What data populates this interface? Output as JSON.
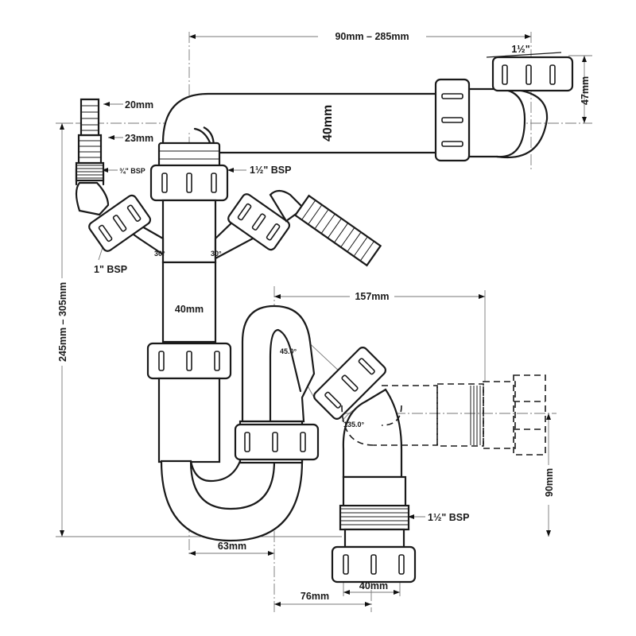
{
  "labels": {
    "span_top": "90mm – 285mm",
    "inlet_size": "1½\"",
    "hose_tip": "20mm",
    "hose_body": "23mm",
    "bsp_three_quarter": "¾\" BSP",
    "bsp_inch": "1\" BSP",
    "bsp_top_right": "1½\" BSP",
    "drop_40": "40mm",
    "height_47": "47mm",
    "angle_left": "30°",
    "angle_right": "30°",
    "pipe_width": "40mm",
    "overall_height": "245mm – 305mm",
    "trap_width": "157mm",
    "angle_45": "45.0°",
    "angle_135": "135.0°",
    "outlet_height": "90mm",
    "bsp_outlet": "1½\" BSP",
    "trap_offset": "63mm",
    "outlet_offset": "76mm",
    "outlet_diameter": "40mm"
  }
}
